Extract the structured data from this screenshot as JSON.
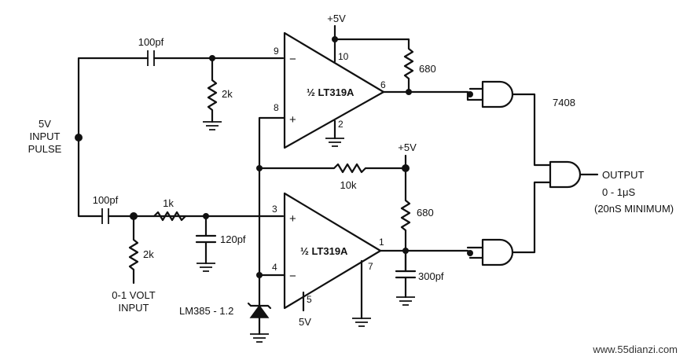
{
  "labels": {
    "input_pulse_1": "5V",
    "input_pulse_2": "INPUT",
    "input_pulse_3": "PULSE",
    "volt_input_1": "0-1 VOLT",
    "volt_input_2": "INPUT",
    "top_supply": "+5V",
    "mid_supply": "+5V",
    "bottom_supply": "5V",
    "gate_part": "7408",
    "output_1": "OUTPUT",
    "output_2": "0 - 1μS",
    "output_3": "(20nS MINIMUM)",
    "reference": "LM385 - 1.2",
    "watermark": "www.55dianzi.com"
  },
  "components": {
    "c_top": "100pf",
    "c_bottom": "100pf",
    "r_top": "2k",
    "r_bottom": "2k",
    "r_series": "1k",
    "c_filter": "120pf",
    "r_feedback": "10k",
    "r_pullup_top": "680",
    "r_pullup_bottom": "680",
    "c_output": "300pf"
  },
  "comparators": {
    "top": {
      "name": "½ LT319A",
      "pin_minus": "9",
      "pin_plus": "8",
      "pin_vcc": "10",
      "pin_gnd": "2",
      "pin_out": "6",
      "minus": "−",
      "plus": "+"
    },
    "bottom": {
      "name": "½ LT319A",
      "pin_plus": "3",
      "pin_minus": "4",
      "pin_gnd": "7",
      "pin_vee": "5",
      "pin_out": "1",
      "minus": "−",
      "plus": "+"
    }
  }
}
